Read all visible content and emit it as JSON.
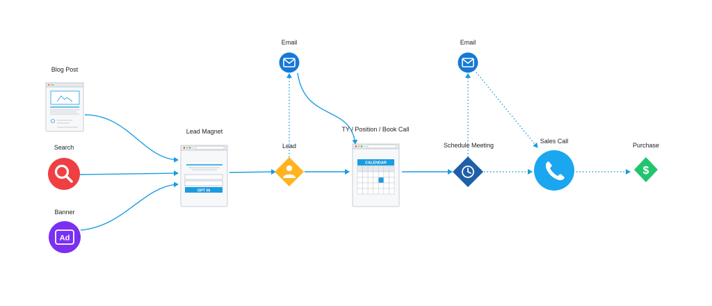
{
  "colors": {
    "line": "#1a9ce0",
    "email": "#1679d6",
    "search": "#ef3f43",
    "banner": "#7b2ff2",
    "lead": "#ffb41f",
    "meeting": "#1f5fa8",
    "salescall": "#1ba6f0",
    "purchase": "#22c46d",
    "frame": "#c7ccd3",
    "paper": "#f7f8fa"
  },
  "nodes": {
    "blog_post": {
      "label": "Blog Post",
      "icon": "blog-page-icon"
    },
    "search": {
      "label": "Search",
      "icon": "magnifier-icon"
    },
    "banner": {
      "label": "Banner",
      "icon": "ad-icon",
      "badge": "Ad"
    },
    "lead_magnet": {
      "label": "Lead Magnet",
      "icon": "optin-page-icon",
      "button": "OPT IN"
    },
    "email_1": {
      "label": "Email",
      "icon": "envelope-icon"
    },
    "lead": {
      "label": "Lead",
      "icon": "person-icon"
    },
    "ty_page": {
      "label": "TY / Position / Book Call",
      "icon": "calendar-page-icon",
      "header": "CALENDAR"
    },
    "email_2": {
      "label": "Email",
      "icon": "envelope-icon"
    },
    "schedule_meeting": {
      "label": "Schedule Meeting",
      "icon": "clock-icon"
    },
    "sales_call": {
      "label": "Sales Call",
      "icon": "phone-icon"
    },
    "purchase": {
      "label": "Purchase",
      "icon": "dollar-icon"
    }
  }
}
